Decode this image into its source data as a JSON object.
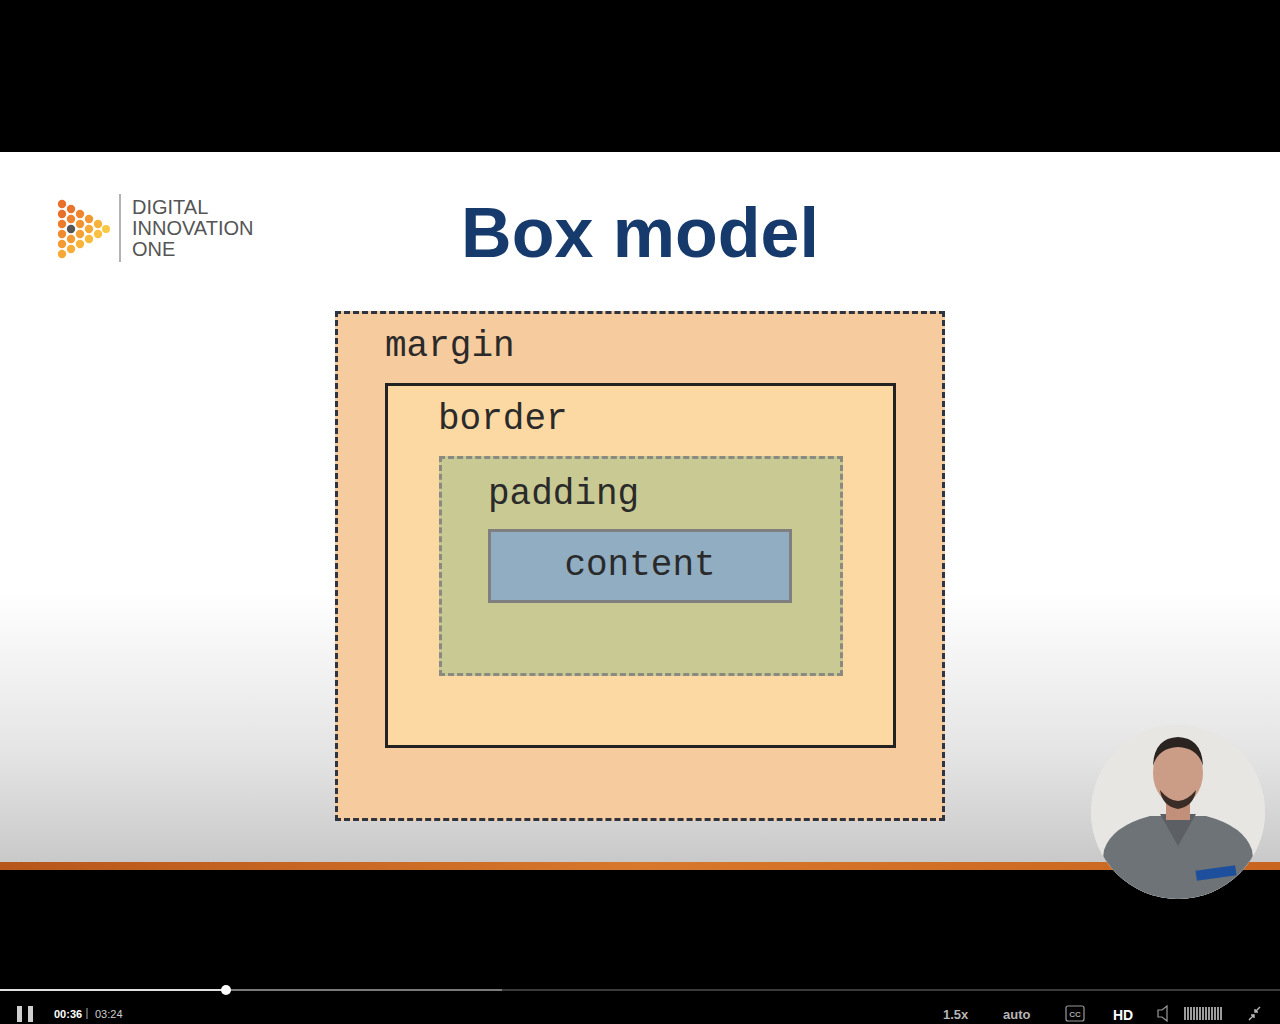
{
  "diagram": {
    "title": "Box model",
    "nodes": [
      {
        "text": [
          "margin"
        ]
      },
      {
        "text": [
          "border"
        ],
        "in": 0
      },
      {
        "text": [
          "padding"
        ],
        "in": 1
      },
      {
        "text": [
          "content"
        ],
        "in": 2
      }
    ],
    "labels": [
      "DIGITAL INNOVATION ONE",
      "00:36",
      "03:24",
      "1.5x",
      "auto",
      "CC",
      "HD"
    ]
  }
}
